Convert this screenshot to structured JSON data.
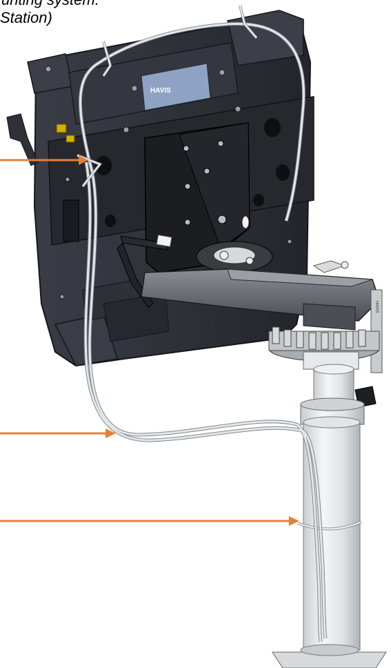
{
  "caption": {
    "line1": "unting system.",
    "line2": "Station)"
  },
  "colors": {
    "callout_arrow": "#e8803a",
    "cable": "#d8dcde",
    "cable_outline": "#7f878c",
    "device_body": "#2b2e36",
    "bracket": "#1e1f22",
    "arm": "#5c5f66",
    "pole": "#e7e9ea",
    "gear": "#cfd2d4"
  },
  "illustration": {
    "device_logo": "HAVIS",
    "arm_label": "HAVIS",
    "callouts": [
      "upper-cable-tie",
      "mid-cable-loop",
      "pole-cable-tie"
    ]
  }
}
